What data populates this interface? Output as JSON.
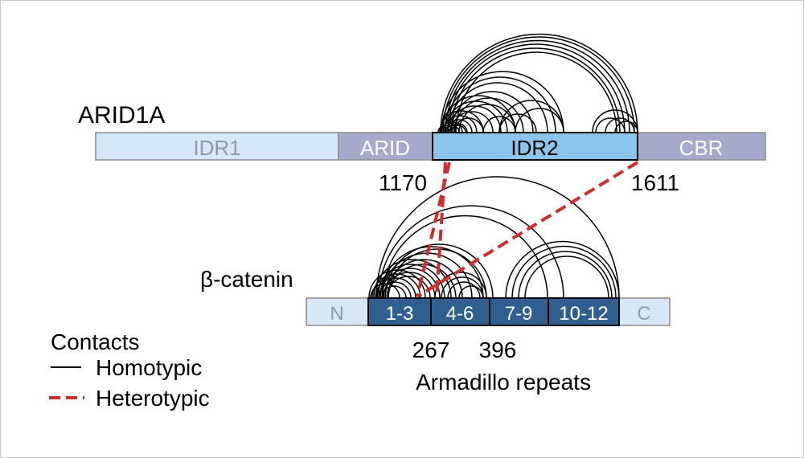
{
  "arid1a": {
    "name": "ARID1A",
    "domains": [
      {
        "label": "IDR1",
        "color": "#d6e8f8",
        "text_color": "#8e9aaa"
      },
      {
        "label": "ARID",
        "color": "#a6a9cc",
        "text_color": "#ffffff"
      },
      {
        "label": "IDR2",
        "color": "#8bc5ec",
        "text_color": "#000000"
      },
      {
        "label": "CBR",
        "color": "#a6a9cc",
        "text_color": "#ffffff"
      }
    ],
    "residue_start": "1170",
    "residue_end": "1611"
  },
  "beta_catenin": {
    "name": "β-catenin",
    "domains": [
      {
        "label": "N",
        "color": "#d6e8f8",
        "text_color": "#8e9aaa"
      },
      {
        "label": "1-3",
        "color": "#2e5f8f",
        "text_color": "#ffffff"
      },
      {
        "label": "4-6",
        "color": "#2e5f8f",
        "text_color": "#ffffff"
      },
      {
        "label": "7-9",
        "color": "#2e5f8f",
        "text_color": "#ffffff"
      },
      {
        "label": "10-12",
        "color": "#2e5f8f",
        "text_color": "#ffffff"
      },
      {
        "label": "C",
        "color": "#d6e8f8",
        "text_color": "#8e9aaa"
      }
    ],
    "residue_a": "267",
    "residue_b": "396",
    "repeats_label": "Armadillo repeats"
  },
  "legend": {
    "title": "Contacts",
    "homotypic": "Homotypic",
    "heterotypic": "Heterotypic"
  },
  "colors": {
    "homotypic": "#000000",
    "heterotypic": "#d22b2b"
  }
}
